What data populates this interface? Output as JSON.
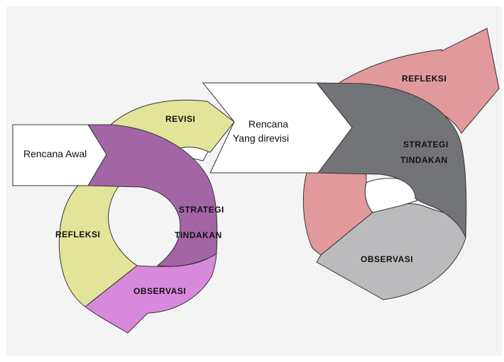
{
  "colors": {
    "background": "#f4f4f4",
    "cycle1_yellow": "#e2e49a",
    "cycle1_purple": "#a365a6",
    "cycle1_pink": "#d889db",
    "cycle2_red": "#e1999b",
    "cycle2_dark": "#737477",
    "cycle2_gray": "#bbbbbd",
    "white_arrow": "#ffffff"
  },
  "cycle1": {
    "plan": "Rencana Awal",
    "action_line1": "STRATEGI",
    "action_line2": "TINDAKAN",
    "observe": "OBSERVASI",
    "reflect": "REFLEKSI",
    "revise": "REVISI"
  },
  "cycle2": {
    "plan_line1": "Rencana",
    "plan_line2": "Yang direvisi",
    "action_line1": "STRATEGI",
    "action_line2": "TINDAKAN",
    "observe": "OBSERVASI",
    "reflect": "REFLEKSI"
  }
}
